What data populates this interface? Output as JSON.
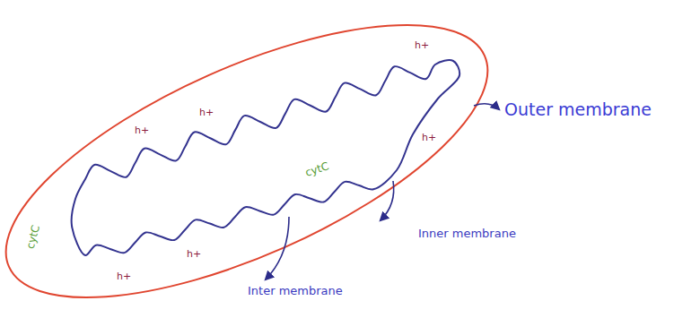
{
  "diagram": {
    "labels": [
      "h+",
      "h+",
      "h+",
      "h+",
      "cytC",
      "cytC",
      "h+",
      "h+",
      "Outer membrane",
      "Inner membrane",
      "Inter membrane"
    ]
  }
}
